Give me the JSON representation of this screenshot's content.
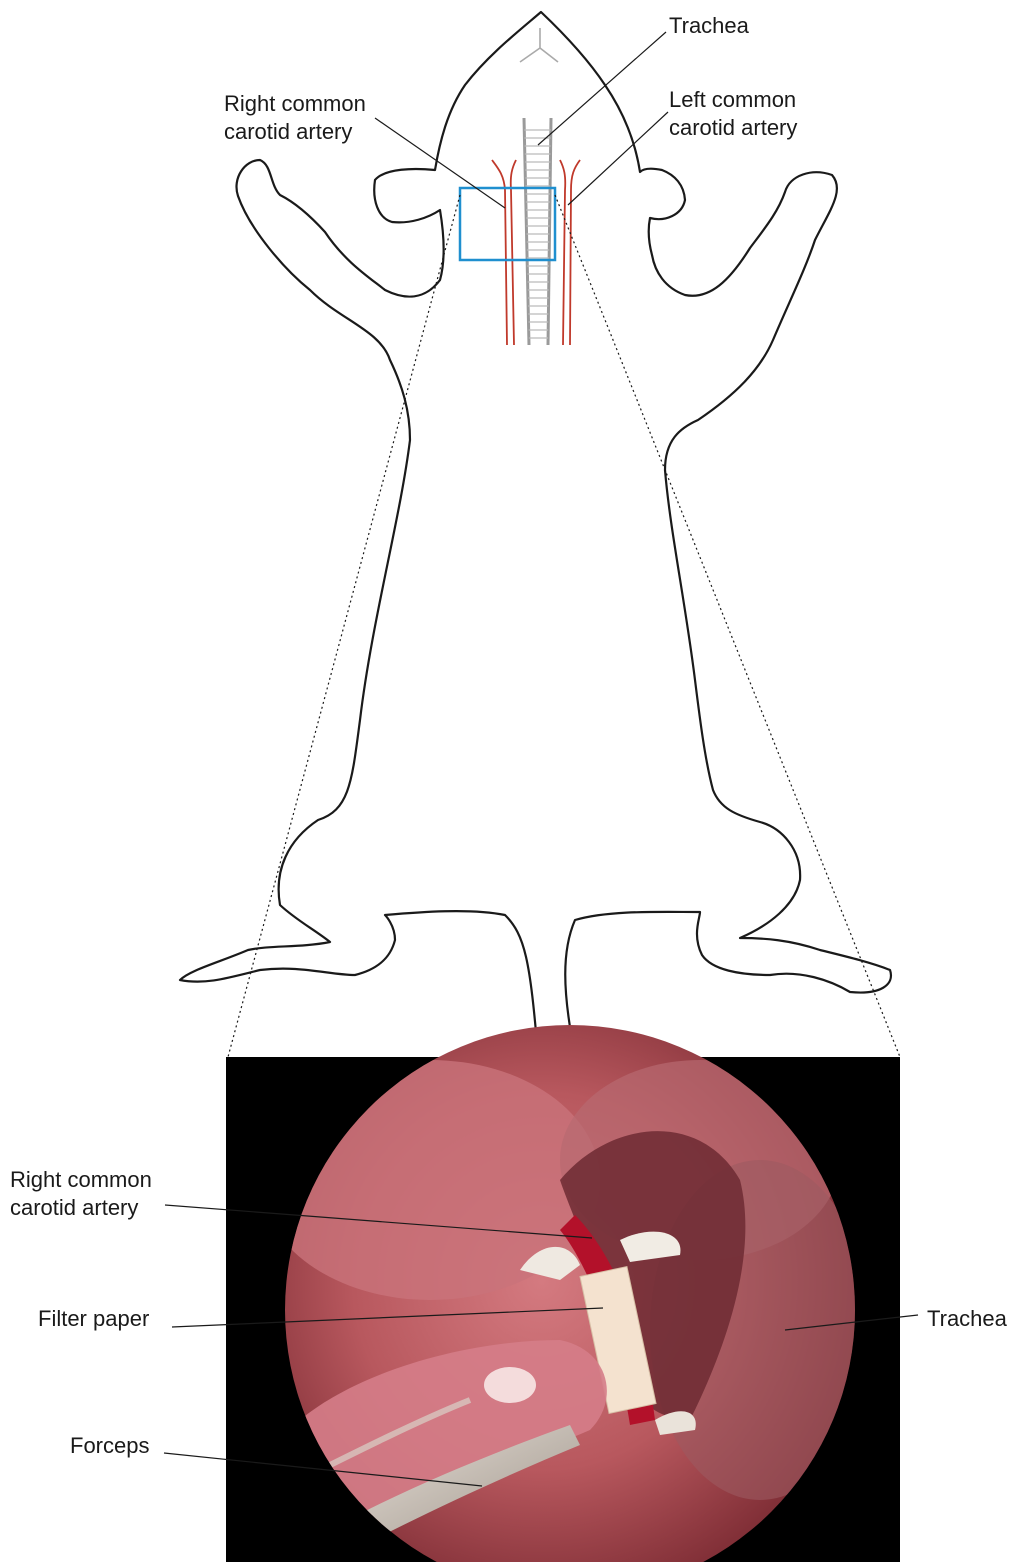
{
  "diagram": {
    "labels": {
      "trachea_top": "Trachea",
      "right_carotid_top_line1": "Right common",
      "right_carotid_top_line2": "carotid artery",
      "left_carotid_top_line1": "Left common",
      "left_carotid_top_line2": "carotid artery",
      "right_carotid_photo_line1": "Right common",
      "right_carotid_photo_line2": "carotid artery",
      "filter_paper": "Filter paper",
      "trachea_photo": "Trachea",
      "forceps": "Forceps"
    },
    "colors": {
      "outline": "#1a1a1a",
      "artery": "#c0392b",
      "trachea": "#9a9a9a",
      "highlight_box": "#1f8fcf",
      "photo_background": "#000000",
      "tissue": "#b8585e"
    }
  }
}
